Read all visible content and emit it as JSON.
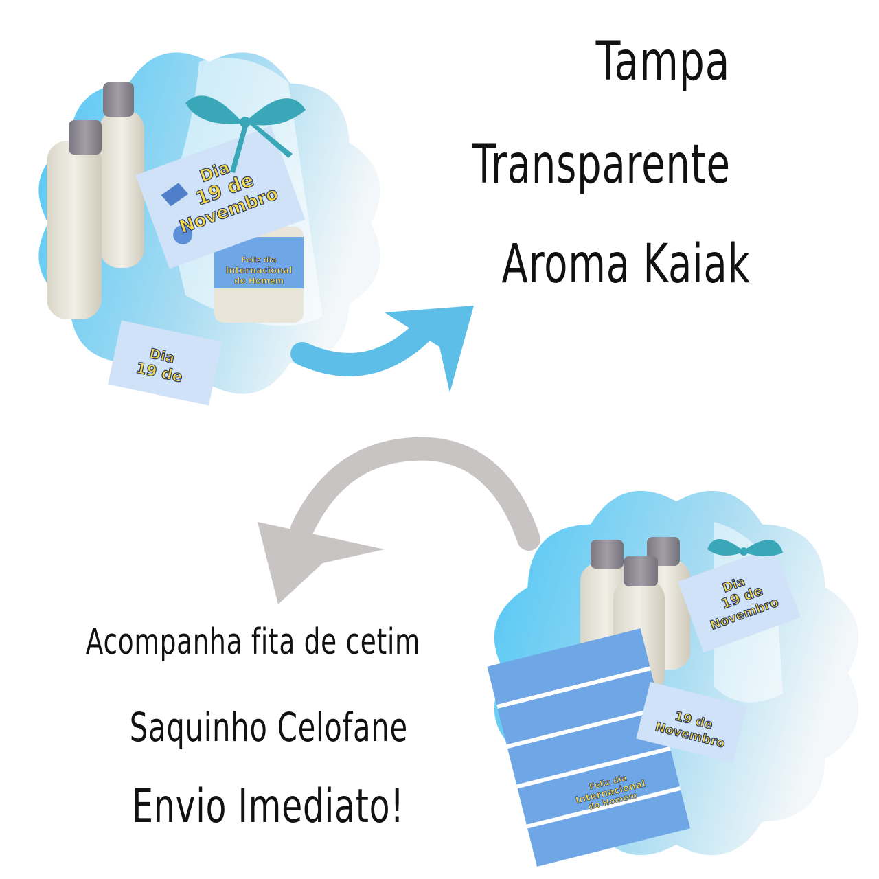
{
  "title_lines": [
    "Tampa",
    "Transparente",
    "Aroma Kaiak"
  ],
  "feature_lines": [
    "Acompanha fita de cetim",
    "Saquinho Celofane",
    "Envio Imediato!"
  ],
  "tag_text": {
    "line1": "Dia",
    "line2": "19 de",
    "line3": "Novembro"
  },
  "label_text": {
    "line1": "Feliz dia",
    "line2": "Internacional",
    "line3": "do Homem"
  },
  "colors": {
    "blob_blue": "#5ccbf2",
    "arrow_blue": "#5dbfe8",
    "arrow_gray": "#c9c4c4",
    "ribbon": "#3aa7b8",
    "cap": "#8e8a93"
  }
}
